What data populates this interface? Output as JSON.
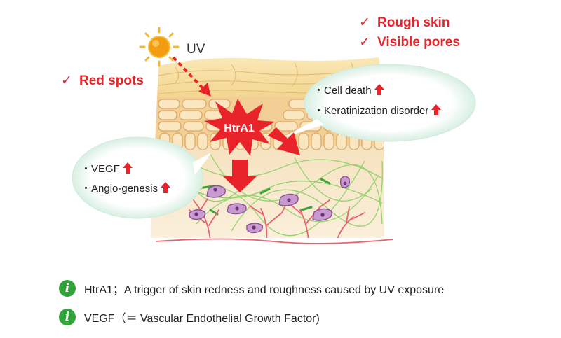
{
  "uv": {
    "label": "UV"
  },
  "symptoms": [
    {
      "check": "✓",
      "label": "Rough skin"
    },
    {
      "check": "✓",
      "label": "Visible pores"
    },
    {
      "check": "✓",
      "label": "Red spots"
    }
  ],
  "center": {
    "label": "HtrA1"
  },
  "bubble_top": {
    "lines": [
      {
        "bullet": "・",
        "text": "Cell death"
      },
      {
        "bullet": "・",
        "text": "Keratinization disorder"
      }
    ]
  },
  "bubble_left": {
    "lines": [
      {
        "bullet": "・",
        "text": "VEGF"
      },
      {
        "bullet": "・",
        "text": "Angio-genesis"
      }
    ]
  },
  "info": [
    {
      "icon": "info-icon",
      "text": "HtrA1；A trigger of skin redness and roughness caused by UV exposure"
    },
    {
      "icon": "info-icon",
      "text": "VEGF（＝ Vascular Endothelial Growth Factor)"
    }
  ],
  "colors": {
    "accent_red": "#e8242a",
    "info_green": "#32a33a",
    "sun_orange": "#f39c12",
    "skin_top": "#f7dfa0",
    "skin_cells": "#f0c98a",
    "dermis": "#f5e3c4",
    "fiber_green": "#8fd36a",
    "vessel_red": "#e8636b",
    "cell_purple": "#b77fb8"
  }
}
